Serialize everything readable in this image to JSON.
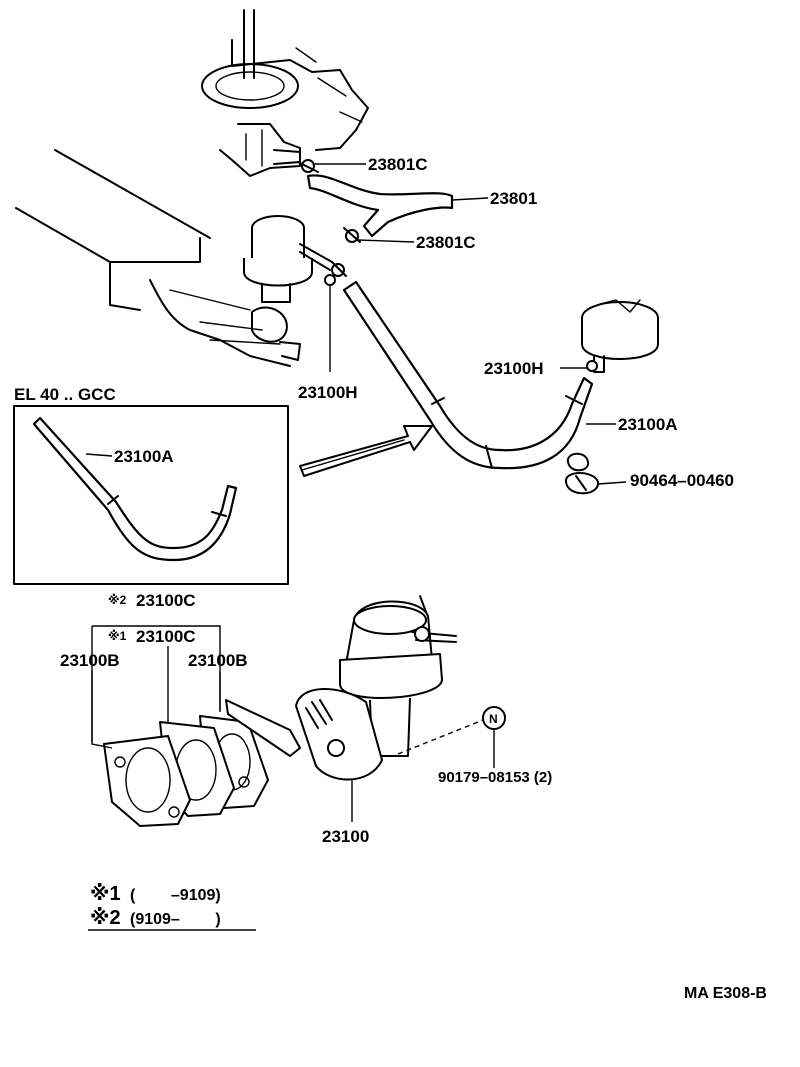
{
  "labels": {
    "p23801C_top": "23801C",
    "p23801": "23801",
    "p23801C_mid": "23801C",
    "p23100H_left": "23100H",
    "p23100H_right": "23100H",
    "p23100A_right": "23100A",
    "p90464": "90464–00460",
    "inset_title": "EL 40 .. GCC",
    "p23100A_inset": "23100A",
    "p23100C_2": "23100C",
    "p23100C_1": "23100C",
    "p23100B_left": "23100B",
    "p23100B_right": "23100B",
    "p90179": "90179–08153 (2)",
    "p23100": "23100",
    "nut_letter": "N",
    "ref_mark2": "※2",
    "ref_mark1": "※1",
    "code": "MA E308-B"
  },
  "footnotes": [
    {
      "mark": "※1",
      "text": "(        –9109)"
    },
    {
      "mark": "※2",
      "text": "(9109–        )"
    }
  ]
}
